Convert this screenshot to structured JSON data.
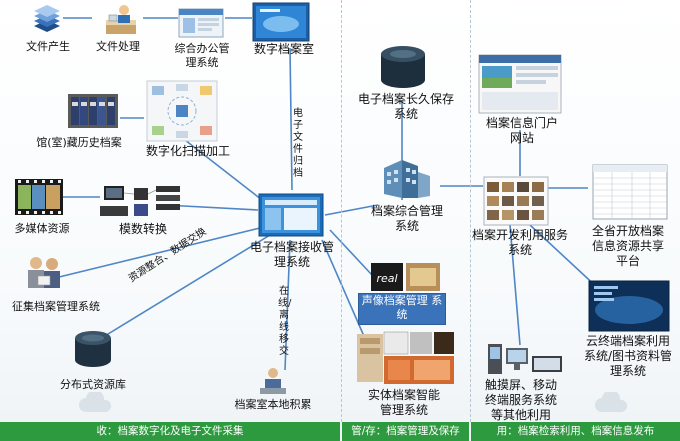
{
  "nodes": {
    "file_generation": "文件产生",
    "file_processing": "文件处理",
    "office_system": "综合办公管\n理系统",
    "digital_archive_room": "数字档案室",
    "historical_archives": "馆(室)藏历史档案",
    "digitization": "数字化扫描加工",
    "multimedia": "多媒体资源",
    "analog_digital": "模数转换",
    "collection_system": "征集档案管理系统",
    "distributed_db": "分布式资源库",
    "receiving_system": "电子档案接收管\n理系统",
    "local_accumulation": "档案室本地积累",
    "long_term_storage": "电子档案长久保存\n系统",
    "comprehensive_mgmt": "档案综合管理\n系统",
    "audio_video_mgmt": "声像档案管理\n系统",
    "physical_archive": "实体档案智能\n管理系统",
    "info_portal": "档案信息门户\n网站",
    "development_service": "档案开发利用服务\n系统",
    "open_archive_sharing": "全省开放档案\n信息资源共享\n平台",
    "cloud_terminal": "云终端档案利用\n系统/图书资料管\n理系统",
    "touchscreen": "触摸屏、移动\n终端服务系统\n等其他利用"
  },
  "edge_labels": {
    "e_file_archive": "电子文件归档",
    "online_offline_transfer": "在线/离线移交",
    "resource_exchange": "资源整合、数据交换"
  },
  "footer": {
    "collect": "收：档案数字化及电子文件采集",
    "manage": "管/存：档案管理及保存",
    "use": "用：档案检索利用、档案信息发布"
  },
  "colors": {
    "footer_green": "#2e9a3f",
    "line_blue": "#4f86c6",
    "blue_box": "#3b73bb"
  }
}
